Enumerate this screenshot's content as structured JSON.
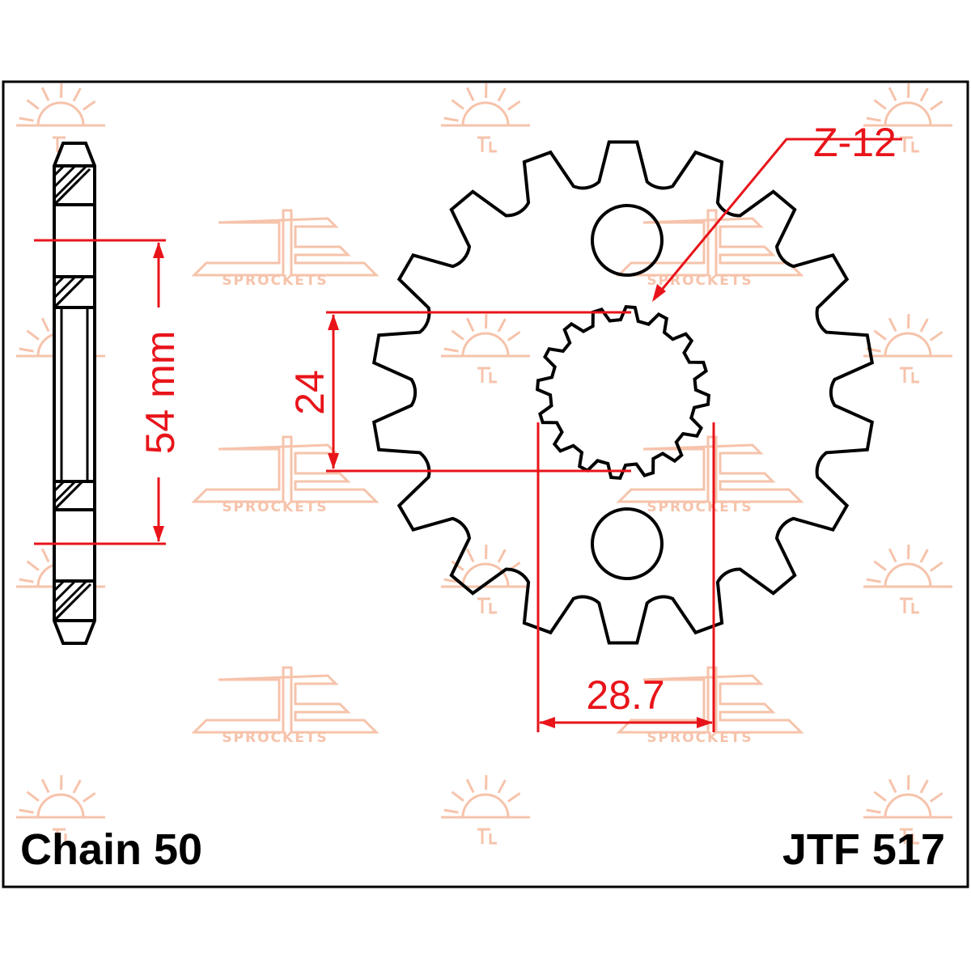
{
  "watermark": {
    "brand_text": "SPROCKETS",
    "color": "#f6c3ab"
  },
  "sprocket": {
    "teeth_count": 18,
    "outline_color": "#000000"
  },
  "dimensions": {
    "spline_label": "Z-12",
    "spline_diameter": "24",
    "pitch_width": "54 mm",
    "bolt_spacing": "28.7",
    "color": "#e8141a"
  },
  "footer": {
    "chain": "Chain 50",
    "part_number": "JTF 517"
  }
}
